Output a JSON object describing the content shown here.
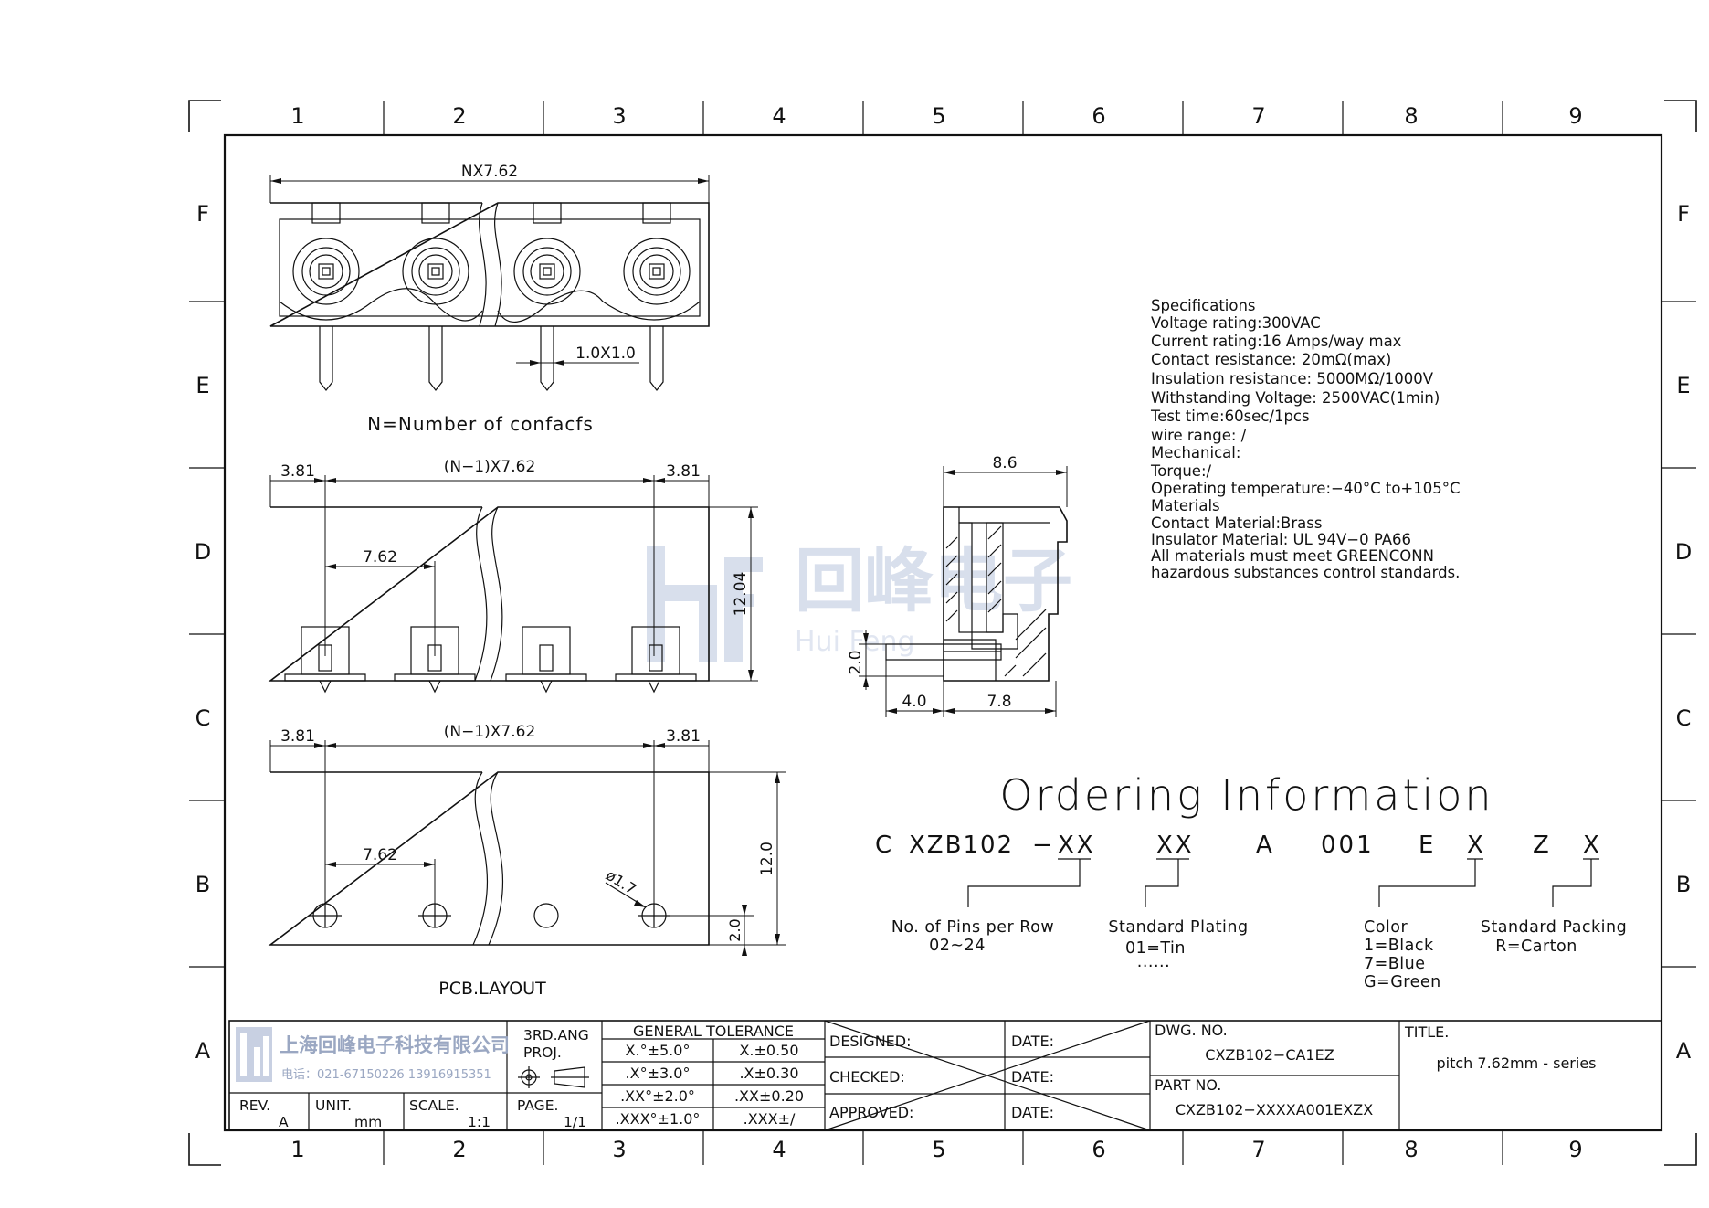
{
  "frame": {
    "columns": [
      "1",
      "2",
      "3",
      "4",
      "5",
      "6",
      "7",
      "8",
      "9"
    ],
    "rows": [
      "F",
      "E",
      "D",
      "C",
      "B",
      "A"
    ]
  },
  "top_view": {
    "width_dim": "NX7.62",
    "pin_dim": "1.0X1.0",
    "caption": "N=Number of confacfs"
  },
  "front_view": {
    "end_left": "3.81",
    "pitch_total": "(N−1)X7.62",
    "end_right": "3.81",
    "pitch": "7.62",
    "height": "12.04"
  },
  "side_view": {
    "width": "8.6",
    "pin_offset": "2.0",
    "pin_len": "4.0",
    "body_depth": "7.8"
  },
  "pcb_layout": {
    "end_left": "3.81",
    "pitch_total": "(N−1)X7.62",
    "end_right": "3.81",
    "pitch": "7.62",
    "hole": "ø1.7",
    "height": "12.0",
    "edge": "2.0",
    "caption": "PCB.LAYOUT"
  },
  "specifications": [
    "Specifications",
    "Voltage rating:300VAC",
    "Current rating:16 Amps/way max",
    "Contact resistance: 20mΩ(max)",
    "Insulation resistance: 5000MΩ/1000V",
    "Withstanding Voltage: 2500VAC(1min)",
    "Test time:60sec/1pcs",
    "wire range: /",
    "Mechanical:",
    "Torque:/",
    "Operating temperature:−40°C to+105°C",
    "Materials",
    "Contact Material:Brass",
    "Insulator Material: UL 94V−0 PA66",
    "All materials must meet GREENCONN",
    "hazardous substances control standards."
  ],
  "watermark": {
    "chinese": "回峰电子",
    "english": "Hui Feng"
  },
  "ordering": {
    "title": "Ordering Information",
    "code": [
      "C",
      "XZB102",
      "−",
      "XX",
      "XX",
      "A",
      "001",
      "E",
      "X",
      "Z",
      "X"
    ],
    "pins_title": "No. of Pins per Row",
    "pins_range": "02~24",
    "plating_title": "Standard Plating",
    "plating_value": "01=Tin",
    "plating_more": "......",
    "color_title": "Color",
    "color_values": [
      "1=Black",
      "7=Blue",
      "G=Green"
    ],
    "packing_title": "Standard Packing",
    "packing_value": "R=Carton"
  },
  "title_block": {
    "company": "上海回峰电子科技有限公司",
    "phone": "电话：021-67150226  13916915351",
    "projection_title": "3RD.ANG",
    "projection_sub": "PROJ.",
    "rev_label": "REV.",
    "rev_value": "A",
    "unit_label": "UNIT.",
    "unit_value": "mm",
    "scale_label": "SCALE.",
    "scale_value": "1:1",
    "page_label": "PAGE.",
    "page_value": "1/1",
    "tolerance_title": "GENERAL TOLERANCE",
    "tolerances": [
      [
        "X.°±5.0°",
        "X.±0.50"
      ],
      [
        ".X°±3.0°",
        ".X±0.30"
      ],
      [
        ".XX°±2.0°",
        ".XX±0.20"
      ],
      [
        ".XXX°±1.0°",
        ".XXX±/"
      ]
    ],
    "designed": "DESIGNED:",
    "checked": "CHECKED:",
    "approved": "APPROVED:",
    "date": "DATE:",
    "dwg_label": "DWG. NO.",
    "dwg_value": "CXZB102−CA1EZ",
    "part_label": "PART NO.",
    "part_value": "CXZB102−XXXXA001EXZX",
    "title_label": "TITLE.",
    "title_value": "pitch 7.62mm  - series"
  }
}
